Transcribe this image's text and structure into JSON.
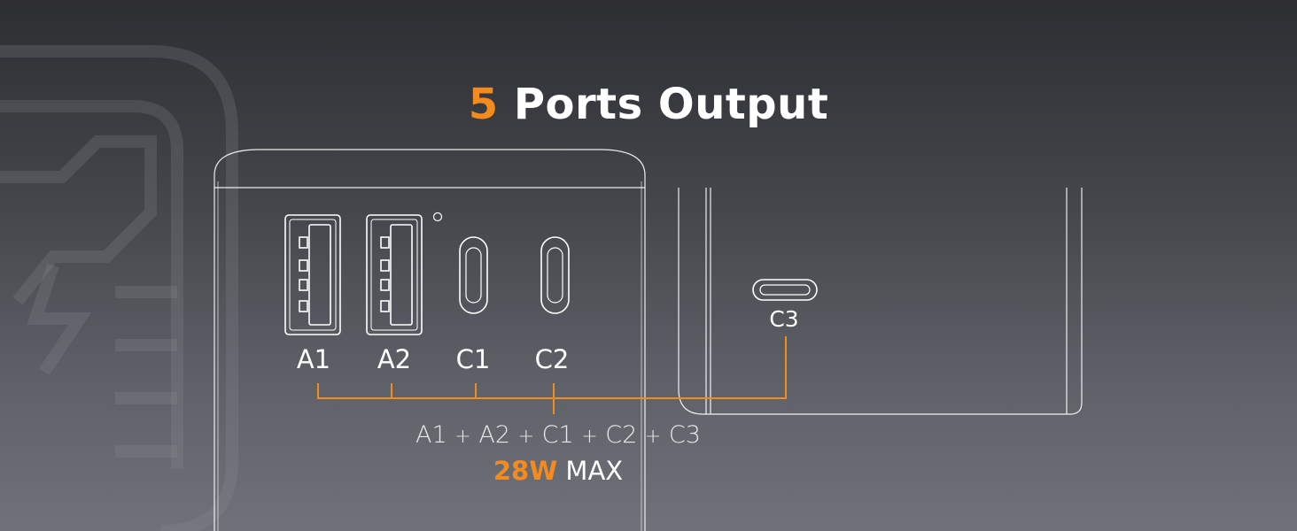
{
  "title": {
    "number": "5",
    "text": "Ports Output"
  },
  "ports": [
    {
      "id": "A1",
      "label": "A1",
      "type": "usb-a"
    },
    {
      "id": "A2",
      "label": "A2",
      "type": "usb-a"
    },
    {
      "id": "C1",
      "label": "C1",
      "type": "usb-c"
    },
    {
      "id": "C2",
      "label": "C2",
      "type": "usb-c"
    },
    {
      "id": "C3",
      "label": "C3",
      "type": "usb-c"
    }
  ],
  "formula": {
    "a1": "A1",
    "a2": "A2",
    "c1": "C1",
    "c2": "C2",
    "c3": "C3",
    "plus": "+"
  },
  "max_output": {
    "watt": "28W",
    "suffix": "MAX"
  },
  "colors": {
    "accent": "#f58a1f",
    "line": "#ffffff",
    "text": "#ffffff"
  },
  "icons": [
    "logo-watermark",
    "usb-a-port-icon",
    "usb-c-port-icon",
    "led-indicator-icon"
  ]
}
